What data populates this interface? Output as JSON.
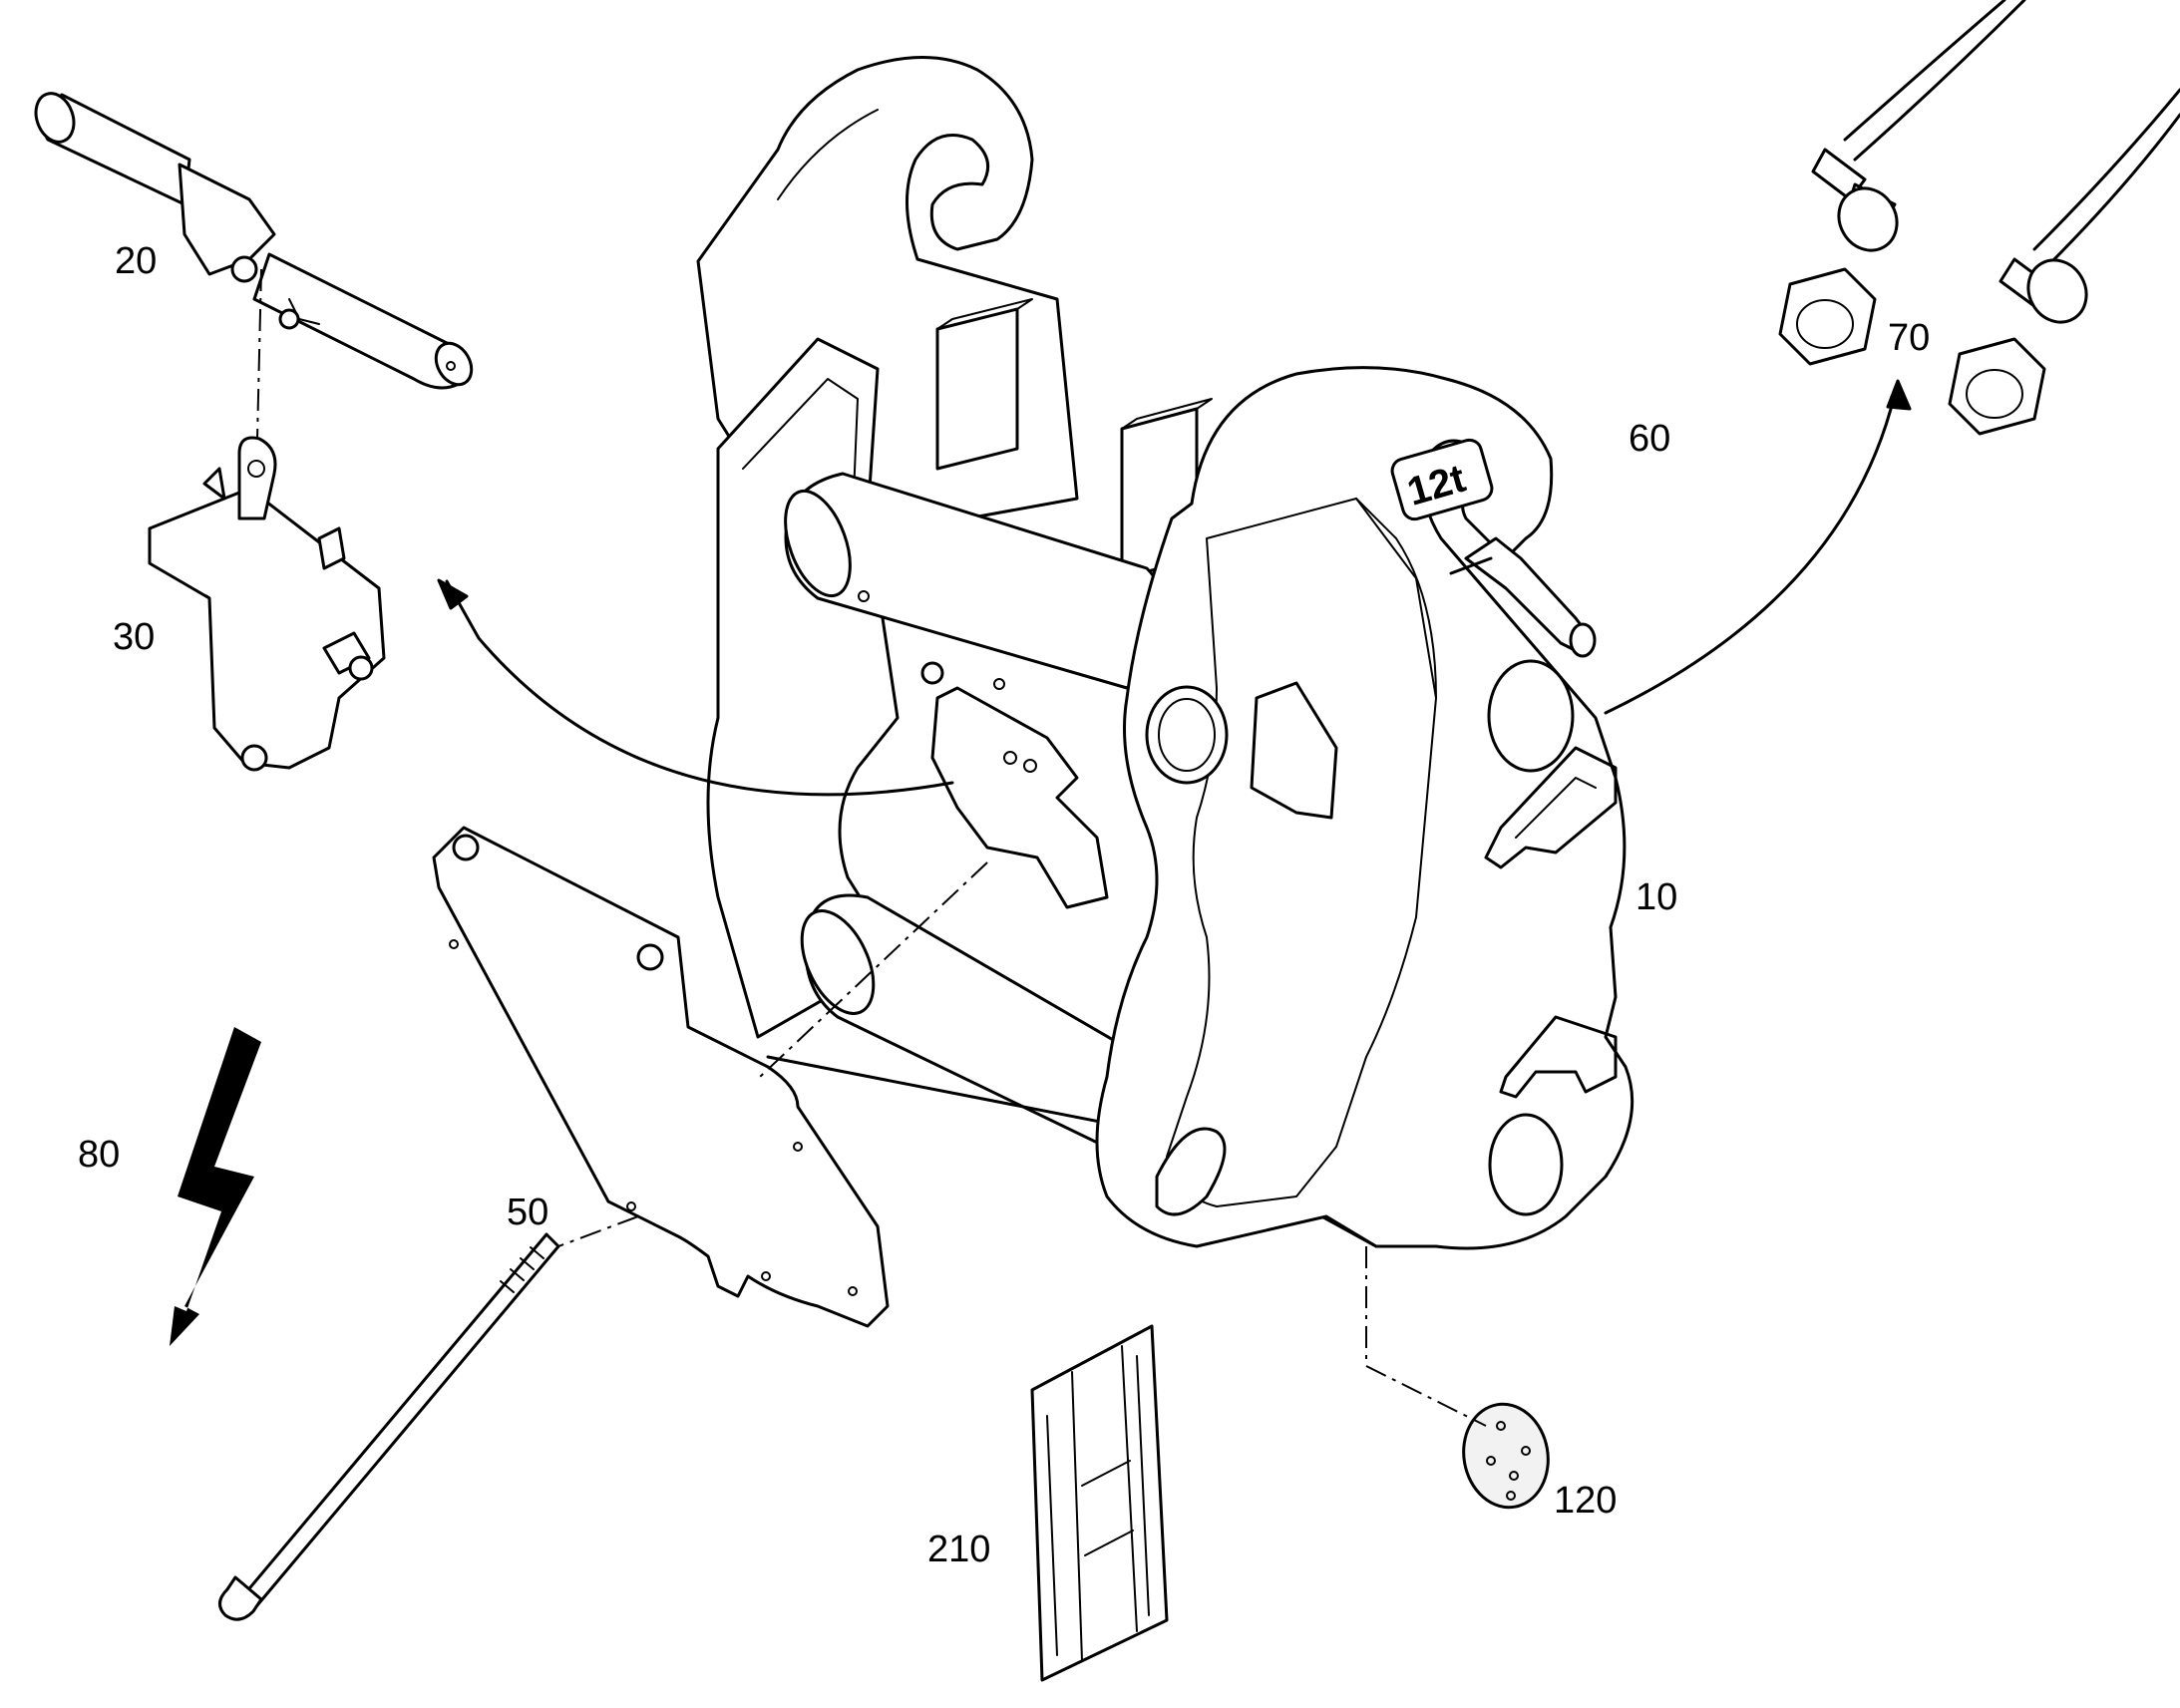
{
  "callouts": {
    "c20": "20",
    "c30": "30",
    "c10": "10",
    "c50": "50",
    "c60": "60",
    "c70": "70",
    "c80": "80",
    "c120": "120",
    "c210": "210"
  },
  "badge": {
    "capacity": "12t"
  },
  "icons": {
    "lightning": "lightning-bolt-icon",
    "return_arrow": "curved-arrow-icon"
  }
}
